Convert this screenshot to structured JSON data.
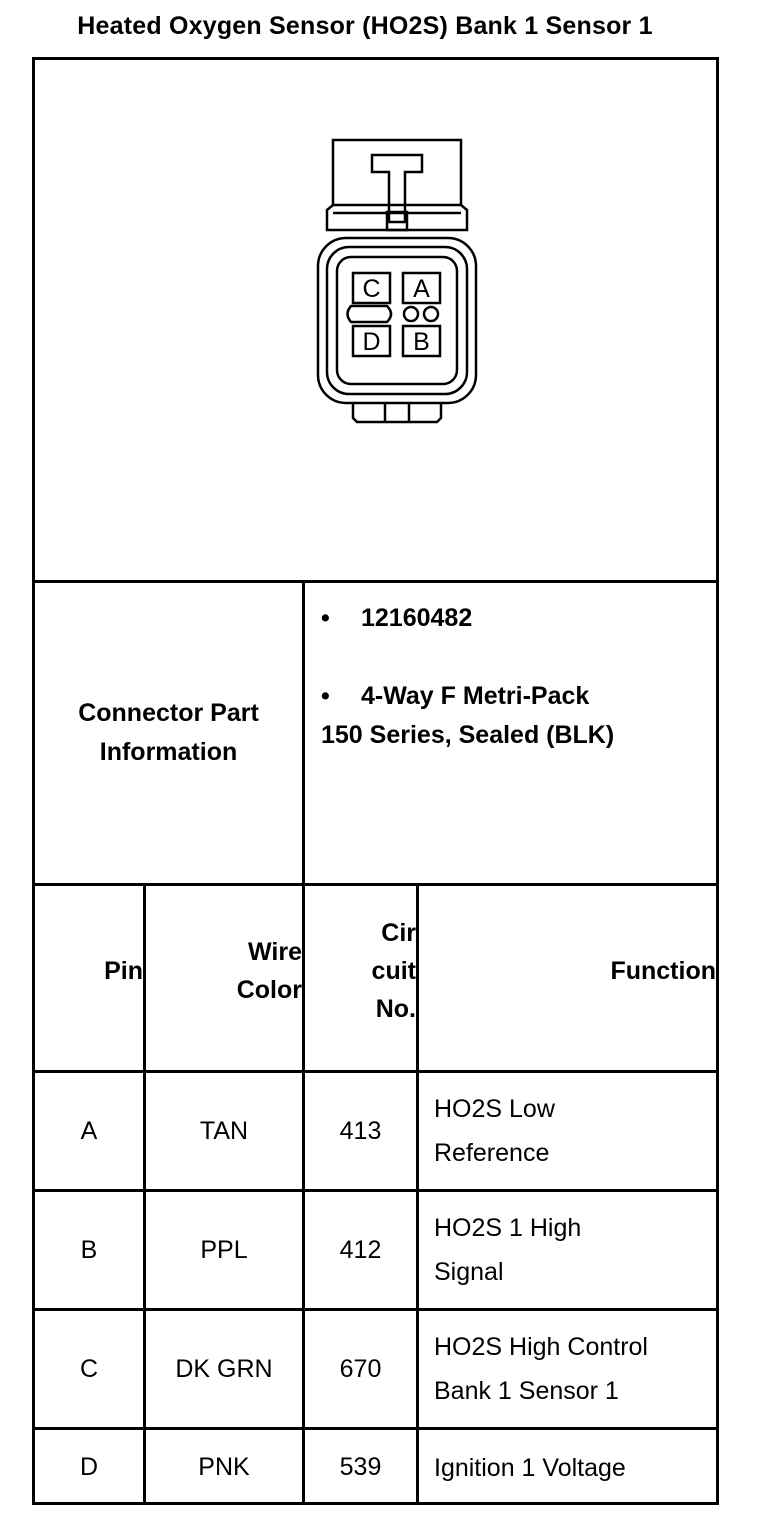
{
  "title": "Heated Oxygen Sensor (HO2S) Bank 1 Sensor 1",
  "connector": {
    "pins": [
      "C",
      "A",
      "D",
      "B"
    ]
  },
  "part_info": {
    "label_line1": "Connector Part",
    "label_line2": "Information",
    "part_number": "12160482",
    "desc_line1": "4-Way F Metri-Pack",
    "desc_line2": "150 Series, Sealed (BLK)",
    "bullet": "•"
  },
  "table": {
    "headers": {
      "pin": "Pin",
      "wire_line1": "Wire",
      "wire_line2": "Color",
      "circ_line1": "Cir",
      "circ_line2": "cuit",
      "circ_line3": "No.",
      "function": "Function"
    },
    "rows": [
      {
        "pin": "A",
        "color": "TAN",
        "circuit": "413",
        "func_line1": "HO2S Low",
        "func_line2": "Reference"
      },
      {
        "pin": "B",
        "color": "PPL",
        "circuit": "412",
        "func_line1": "HO2S 1 High",
        "func_line2": "Signal"
      },
      {
        "pin": "C",
        "color": "DK GRN",
        "circuit": "670",
        "func_line1": "HO2S High Control",
        "func_line2": "Bank 1 Sensor 1"
      },
      {
        "pin": "D",
        "color": "PNK",
        "circuit": "539",
        "func_line1": "Ignition 1 Voltage",
        "func_line2": ""
      }
    ]
  }
}
